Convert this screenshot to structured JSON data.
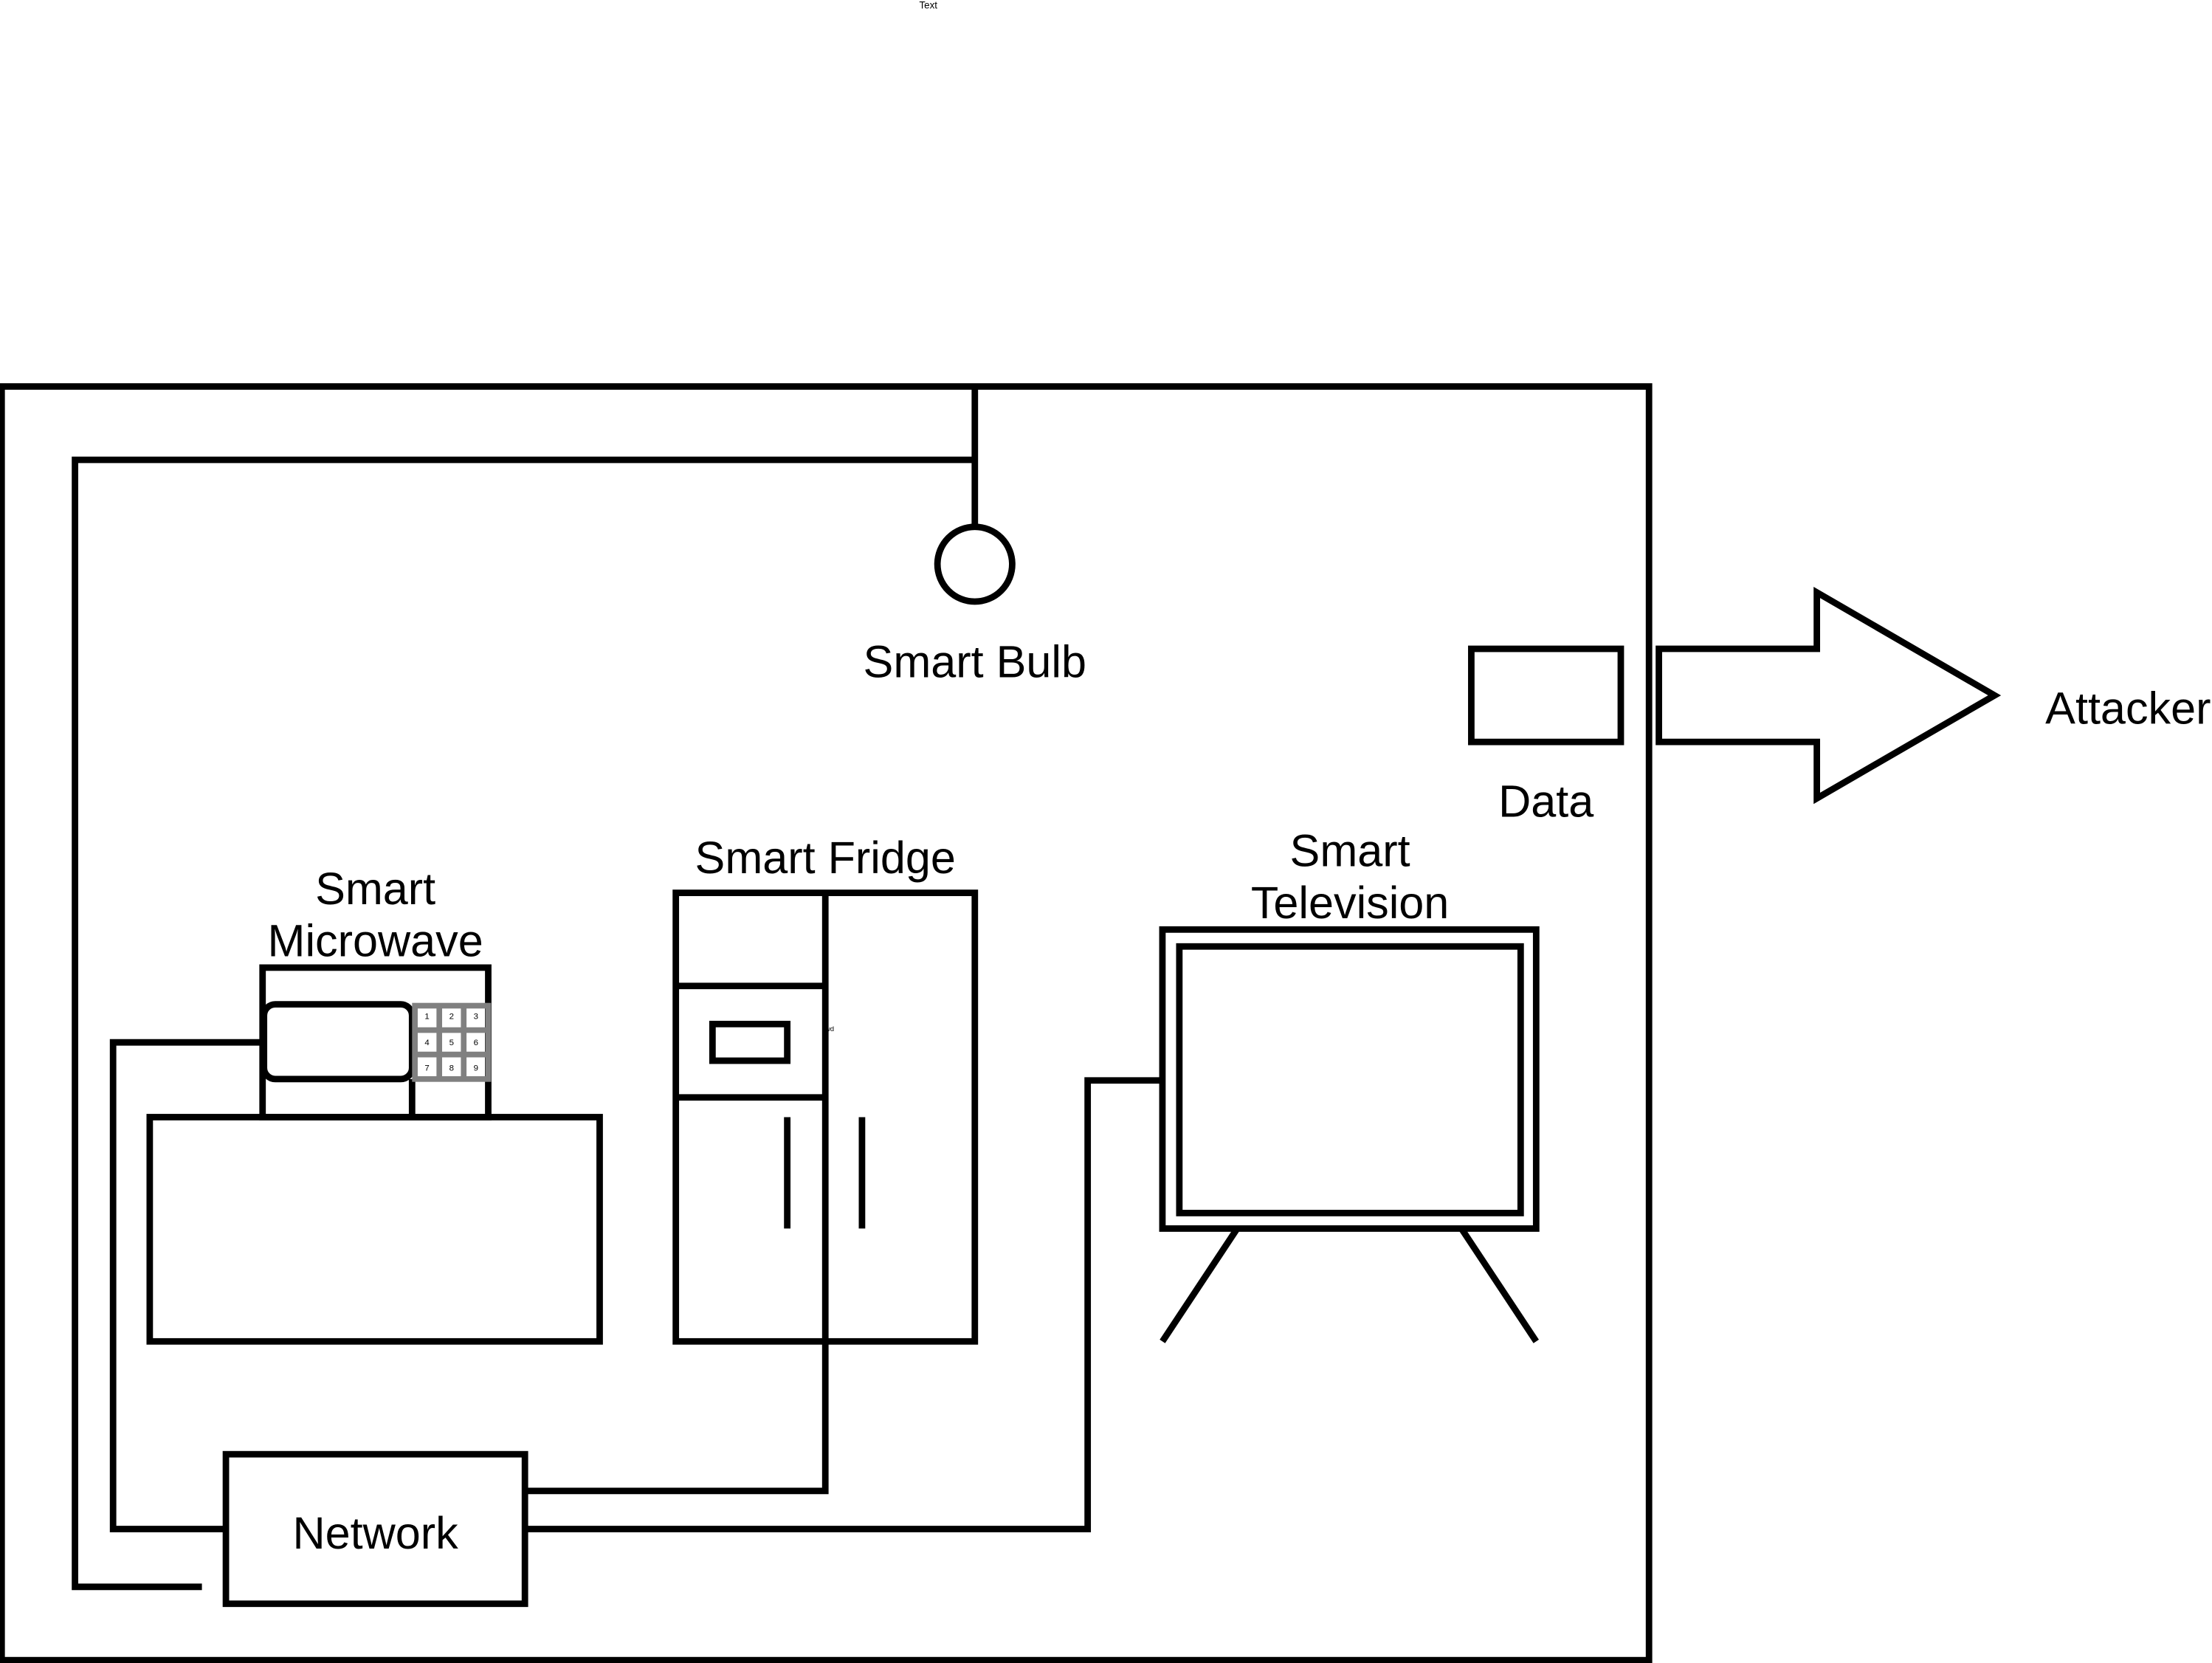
{
  "header_text": "Text",
  "labels": {
    "smart_bulb": "Smart Bulb",
    "data": "Data",
    "attacker": "Attacker",
    "smart_fridge": "Smart Fridge",
    "smart_microwave_line1": "Smart",
    "smart_microwave_line2": "Microwave",
    "smart_tv_line1": "Smart",
    "smart_tv_line2": "Television",
    "network": "Network",
    "fridge_small_text": "wd"
  },
  "keypad": [
    "1",
    "2",
    "3",
    "4",
    "5",
    "6",
    "7",
    "8",
    "9"
  ],
  "colors": {
    "stroke": "#000000",
    "keypad_grid": "#808080",
    "background": "#ffffff"
  }
}
